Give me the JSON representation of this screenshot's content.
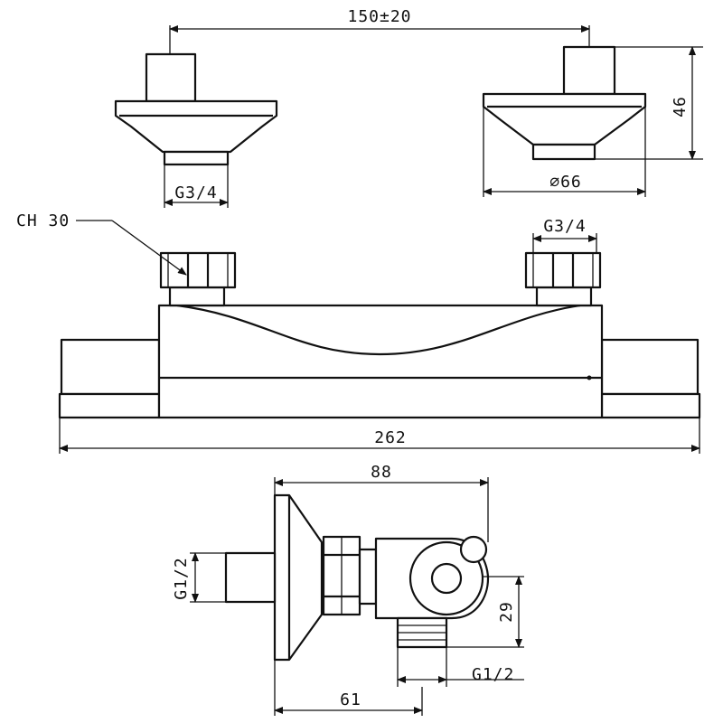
{
  "dimensions": {
    "top_spacing": "150±20",
    "top_height": "46",
    "top_diameter": "⌀66",
    "top_thread": "G3/4",
    "nut_size": "CH 30",
    "mid_thread": "G3/4",
    "overall_length": "262",
    "side_depth": "88",
    "side_thread_left": "G1/2",
    "side_outlet_offset": "29",
    "side_thread_bottom": "G1/2",
    "side_base": "61"
  },
  "colors": {
    "line": "#111111",
    "background": "#ffffff"
  }
}
